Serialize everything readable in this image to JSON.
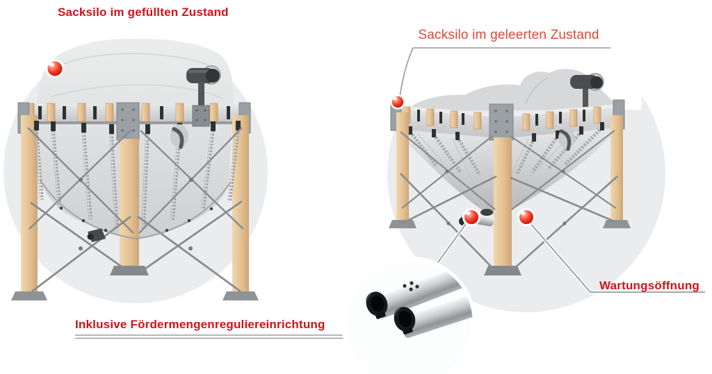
{
  "annotations": {
    "filled_silo_label": "Sacksilo im gefüllten Zustand",
    "emptied_silo_label": "Sacksilo im geleerten Zustand",
    "regulator_label": "Inklusive Fördermengenreguliereinrichtung",
    "maintenance_label": "Wartungsöffnung"
  },
  "figures": {
    "filled_silo": {
      "hotspot_marker_count": 1
    },
    "emptied_silo": {
      "hotspot_marker_count": 3
    },
    "regulator_closeup": {
      "hotspot_marker_count": 0
    }
  },
  "icons": {
    "hotspot": "red-sphere-marker"
  },
  "colors": {
    "label_red": "#d01317",
    "emptied_label_red": "#e04837",
    "marker_red": "#ee3a24",
    "leader_gray": "#97999b",
    "backdrop_gray": "#eaecee",
    "fabric_gray": "#d8d9d9",
    "wood_tan": "#e2c094",
    "metal_dark": "#4a4e52",
    "white": "#ffffff"
  }
}
